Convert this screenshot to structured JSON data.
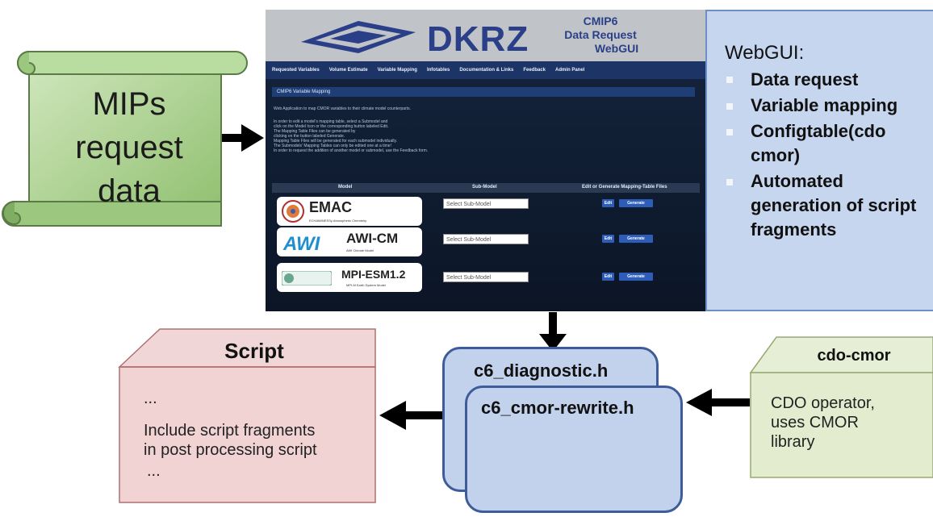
{
  "mips": {
    "lines": [
      "MIPs",
      "request",
      "data"
    ]
  },
  "screenshot": {
    "logo_text": "DKRZ",
    "cmip_lines": [
      "CMIP6",
      "Data Request",
      "WebGUI"
    ],
    "nav": [
      "Requested Variables",
      "Volume Estimate",
      "Variable Mapping",
      "Infotables",
      "Documentation & Links",
      "Feedback",
      "Admin Panel"
    ],
    "section_title": "CMIP6 Variable Mapping",
    "desc_lines": [
      "Web Application to map CMOR variables to their climate model counterparts.",
      "In order to edit a model's mapping table, select a Submodel and",
      "click on the Model Icon or the corresponding button labeled Edit.",
      "The Mapping Table Files can be generated by",
      "clicking on the button labeled Generate.",
      "Mapping Table Files will be generated for each submodel individually.",
      "The Submodels' Mapping Tables can only be edited one at a time!",
      "In order to request the addition of another model or submodel, use the Feedback form."
    ],
    "table_headers": [
      "Model",
      "Sub-Model",
      "Edit or Generate Mapping-Table Files"
    ],
    "models": [
      {
        "name": "EMAC",
        "sub": "ECHAM/MESSy Atmospheric Chemistry",
        "select": "Select Sub-Model",
        "edit": "Edit",
        "generate": "Generate"
      },
      {
        "name": "AWI-CM",
        "sub": "AWI Climate Model",
        "select": "Select Sub-Model",
        "edit": "Edit",
        "generate": "Generate"
      },
      {
        "name": "MPI-ESM1.2",
        "sub": "MPI-M Earth System Model",
        "select": "Select Sub-Model",
        "edit": "Edit",
        "generate": "Generate"
      }
    ]
  },
  "webgui": {
    "title": "WebGUI:",
    "items": [
      "Data request",
      "Variable mapping",
      "Configtable(cdo cmor)",
      "Automated generation of script fragments"
    ]
  },
  "script": {
    "title": "Script",
    "lines": [
      "...",
      "Include script fragments",
      "in post processing script",
      "..."
    ]
  },
  "headers": {
    "back": "c6_diagnostic.h",
    "front": "c6_cmor-rewrite.h"
  },
  "cdo": {
    "title": "cdo-cmor",
    "lines": [
      "CDO operator,",
      "uses CMOR",
      "library"
    ]
  },
  "colors": {
    "mips_fill": "#a9d08e",
    "script_fill": "#f2d3d3",
    "cdo_fill": "#e3ecce",
    "header_fill": "#c3d2ec",
    "webgui_fill": "#c6d6ee",
    "accent_blue": "#2a3f87"
  }
}
